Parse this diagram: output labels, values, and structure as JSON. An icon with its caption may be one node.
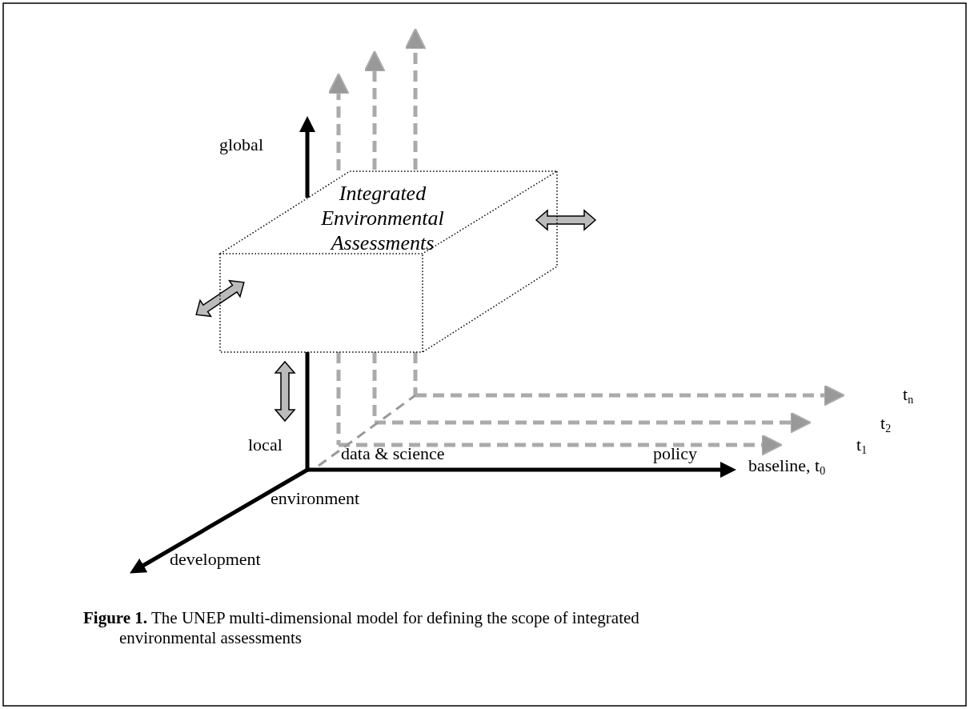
{
  "diagram": {
    "caption": "**Figure 1.** The UNEP multi-dimensional model for defining the scope of integrated environmental assessments",
    "nodes": [
      {
        "text": [
          "Integrated Environmental Assessments"
        ]
      }
    ],
    "labels": [
      "global",
      "t$_{n}$",
      "t$_{2}$",
      "local",
      "t$_{1}$",
      "data & science",
      "policy",
      "baseline, t$_{0}$",
      "environment",
      "development"
    ]
  }
}
